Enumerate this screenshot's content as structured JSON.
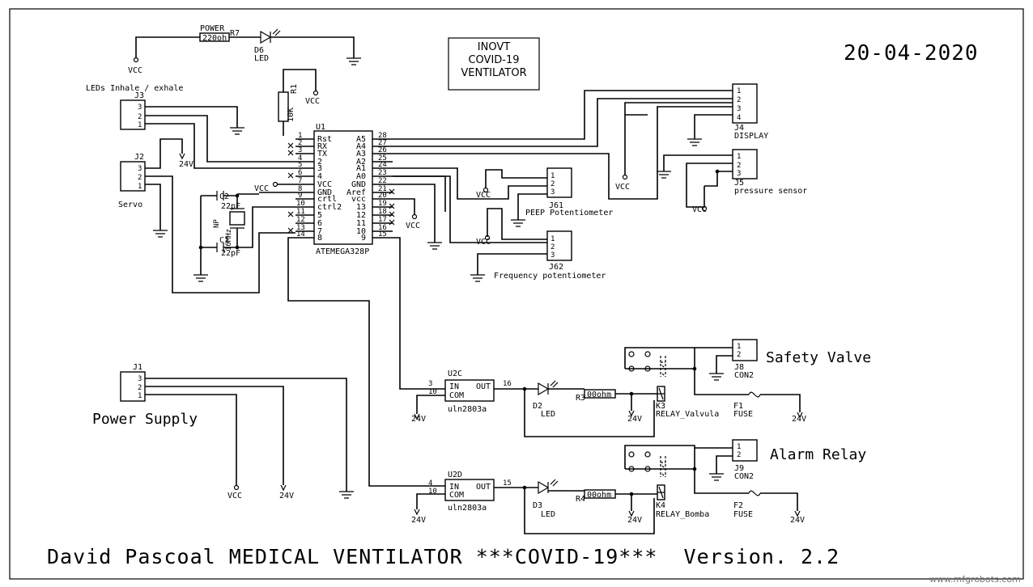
{
  "date": "20-04-2020",
  "title_box": [
    "INOVT",
    "COVID-19",
    "VENTILATOR"
  ],
  "footer": "David Pascoal MEDICAL VENTILATOR ***COVID-19***  Version. 2.2",
  "watermark": "www.mfgrobots.com",
  "net": {
    "vcc": "VCC",
    "v24": "24V"
  },
  "power_led": {
    "label": "POWER",
    "res_ref": "R7",
    "res_val": "220oh",
    "led_ref": "D6",
    "led_val": "LED"
  },
  "r1": {
    "ref": "R1",
    "val": "10K"
  },
  "j3": {
    "ref": "J3",
    "desc": "LEDs Inhale / exhale",
    "pins": [
      "3",
      "2",
      "1"
    ]
  },
  "j2": {
    "ref": "J2",
    "desc": "Servo",
    "pins": [
      "3",
      "2",
      "1"
    ]
  },
  "j1": {
    "ref": "J1",
    "desc": "Power Supply",
    "pins": [
      "3",
      "2",
      "1"
    ]
  },
  "mcu": {
    "ref": "U1",
    "part": "ATEMEGA328P",
    "left_names": [
      "Rst",
      "RX",
      "TX",
      "2",
      "3",
      "4",
      "VCC",
      "GND",
      "crtl",
      "ctrl2",
      "5",
      "6",
      "7",
      "8"
    ],
    "left_nums": [
      "1",
      "2",
      "3",
      "4",
      "5",
      "6",
      "7",
      "8",
      "9",
      "10",
      "11",
      "12",
      "13",
      "14"
    ],
    "right_names": [
      "A5",
      "A4",
      "A3",
      "A2",
      "A1",
      "A0",
      "GND",
      "Aref",
      "vcc",
      "13",
      "12",
      "11",
      "10",
      "9"
    ],
    "right_nums": [
      "28",
      "27",
      "26",
      "25",
      "24",
      "23",
      "22",
      "21",
      "20",
      "19",
      "18",
      "17",
      "16",
      "15"
    ]
  },
  "crystal": {
    "c2_ref": "C2",
    "c2_val": "22pF",
    "c1_ref": "C1",
    "c1_val": "22pF",
    "xtal_ref": "NP",
    "xtal_val": "16MHz"
  },
  "j4": {
    "ref": "J4",
    "desc": "DISPLAY",
    "pins": [
      "1",
      "2",
      "3",
      "4"
    ]
  },
  "j5": {
    "ref": "J5",
    "desc": "pressure sensor",
    "pins": [
      "1",
      "2",
      "3"
    ]
  },
  "j61": {
    "ref": "J61",
    "desc": "PEEP Potentiometer",
    "pins": [
      "1",
      "2",
      "3"
    ]
  },
  "j62": {
    "ref": "J62",
    "desc": "Frequency  potentiometer",
    "pins": [
      "1",
      "2",
      "3"
    ]
  },
  "u2c": {
    "ref": "U2C",
    "part": "uln2803a",
    "in_pin": "3",
    "com_pin": "10",
    "out_pin": "16",
    "in": "IN",
    "com": "COM",
    "out": "OUT"
  },
  "u2d": {
    "ref": "U2D",
    "part": "uln2803a",
    "in_pin": "4",
    "com_pin": "10",
    "out_pin": "15",
    "in": "IN",
    "com": "COM",
    "out": "OUT"
  },
  "ch1": {
    "led_ref": "D2",
    "led_val": "LED",
    "res_ref": "R3",
    "res_val": "00ohm",
    "relay_ref": "K3",
    "relay_val": "RELAY_Valvula",
    "conn_ref": "J8",
    "conn_val": "CON2",
    "fuse_ref": "F1",
    "fuse_val": "FUSE",
    "title": "Safety Valve",
    "pins": [
      "1",
      "2"
    ]
  },
  "ch2": {
    "led_ref": "D3",
    "led_val": "LED",
    "res_ref": "R4",
    "res_val": "00ohm",
    "relay_ref": "K4",
    "relay_val": "RELAY_Bomba",
    "conn_ref": "J9",
    "conn_val": "CON2",
    "fuse_ref": "F2",
    "fuse_val": "FUSE",
    "title": "Alarm Relay",
    "pins": [
      "1",
      "2"
    ]
  }
}
